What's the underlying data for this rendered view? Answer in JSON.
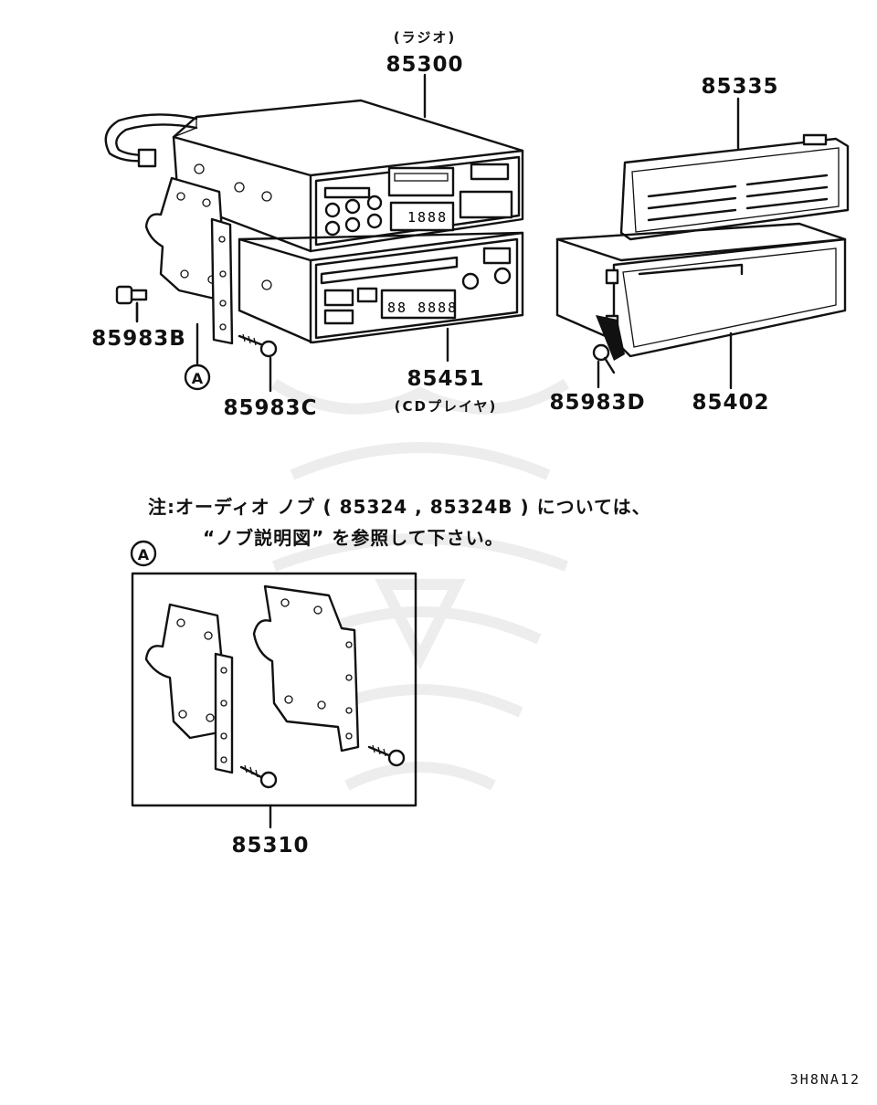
{
  "labels": {
    "radio_sub": "(ラジオ)",
    "radio": "85300",
    "lid": "85335",
    "bolt_b": "85983B",
    "screw_c": "85983C",
    "cd": "85451",
    "cd_sub": "(CDプレイヤ)",
    "screw_d": "85983D",
    "pocket": "85402",
    "bracket_set": "85310",
    "ref_a": "A",
    "ref_a_detail": "A"
  },
  "note": {
    "line1": "注:オーディオ ノブ ( 85324 , 85324B ) については、",
    "line2": "“ノブ説明図” を参照して下さい。"
  },
  "drawing_code": "3H8NA12"
}
